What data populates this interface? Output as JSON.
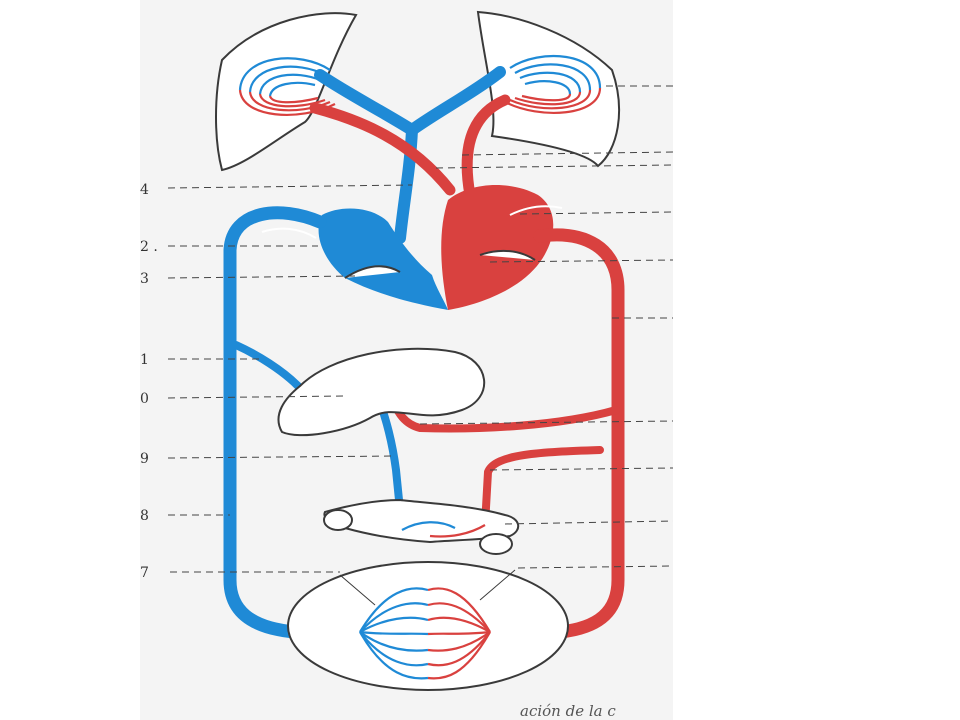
{
  "figure": {
    "labels": [
      {
        "id": "4",
        "text": "4"
      },
      {
        "id": "2",
        "text": "2 ."
      },
      {
        "id": "3",
        "text": "3"
      },
      {
        "id": "1",
        "text": "1"
      },
      {
        "id": "0",
        "text": "0"
      },
      {
        "id": "9",
        "text": "9"
      },
      {
        "id": "8",
        "text": "8"
      },
      {
        "id": "7",
        "text": "7"
      }
    ],
    "caption": "ación de la c"
  },
  "colors": {
    "page_background": "#f4f4f4",
    "venous_blood": "#1f8ad6",
    "arterial_blood": "#d9413f",
    "outline": "#3a3a3a"
  }
}
